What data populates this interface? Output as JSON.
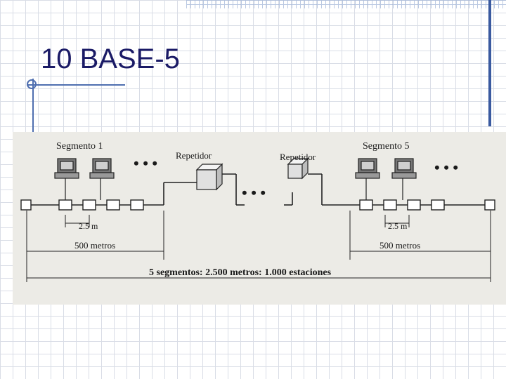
{
  "slide": {
    "title": "10 BASE-5"
  },
  "figure": {
    "segment_left": "Segmento 1",
    "segment_right": "Segmento 5",
    "repeater_left": "Repetidor",
    "repeater_right": "Repetidor",
    "spacing_left": "2.5 m",
    "spacing_right": "2.5 m",
    "length_left": "500 metros",
    "length_right": "500 metros",
    "summary": "5 segmentos: 2.500 metros: 1.000 estaciones",
    "ellipsis": "• • •"
  }
}
